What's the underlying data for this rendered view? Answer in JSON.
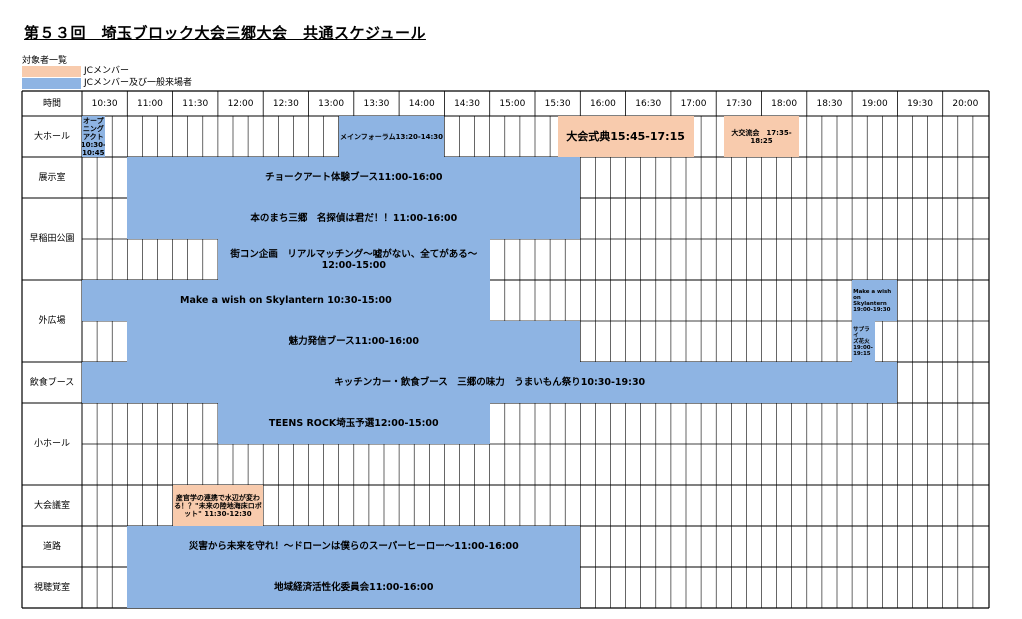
{
  "title": "第５３回　埼玉ブロック大会三郷大会　共通スケジュール",
  "legend": {
    "label": "対象者一覧",
    "items": [
      {
        "text": "JCメンバー",
        "color": "#f8cbad"
      },
      {
        "text": "JCメンバー及び一般来場者",
        "color": "#8eb4e3"
      }
    ]
  },
  "header_label": "時間",
  "times": [
    "10:30",
    "11:00",
    "11:30",
    "12:00",
    "12:30",
    "13:00",
    "13:30",
    "14:00",
    "14:30",
    "15:00",
    "15:30",
    "16:00",
    "16:30",
    "17:00",
    "17:30",
    "18:00",
    "18:30",
    "19:00",
    "19:30",
    "20:00"
  ],
  "rows": [
    {
      "label": "大ホール"
    },
    {
      "label": "展示室"
    },
    {
      "label": "早稲田公園"
    },
    {
      "label": "外広場"
    },
    {
      "label": "飲食ブース"
    },
    {
      "label": "小ホール"
    },
    {
      "label": "大会議室"
    },
    {
      "label": "道路"
    },
    {
      "label": "視聴覚室"
    }
  ],
  "events": [
    {
      "row": 0,
      "sub": 0,
      "subs": 1,
      "start": "10:30",
      "end": "10:45",
      "text": "オープニング\nアクト10:30-\n10:45",
      "aud": 1,
      "size": "small"
    },
    {
      "row": 0,
      "sub": 0,
      "subs": 1,
      "start": "13:20",
      "end": "14:30",
      "text": "メインフォーラム13:20-14:30",
      "aud": 1,
      "size": "small"
    },
    {
      "row": 0,
      "sub": 0,
      "subs": 1,
      "start": "15:45",
      "end": "17:15",
      "text": "大会式典15:45-17:15",
      "aud": 0,
      "size": "large"
    },
    {
      "row": 0,
      "sub": 0,
      "subs": 1,
      "start": "17:35",
      "end": "18:25",
      "text": "大交流会　17:35-18:25",
      "aud": 0,
      "size": "small"
    },
    {
      "row": 1,
      "sub": 0,
      "subs": 1,
      "start": "11:00",
      "end": "16:00",
      "text": "チョークアート体験ブース11:00-16:00",
      "aud": 1,
      "size": "normal"
    },
    {
      "row": 2,
      "sub": 0,
      "subs": 2,
      "start": "11:00",
      "end": "16:00",
      "text": "本のまち三郷　名探偵は君だ！！11:00-16:00",
      "aud": 1,
      "size": "normal"
    },
    {
      "row": 2,
      "sub": 1,
      "subs": 2,
      "start": "12:00",
      "end": "15:00",
      "text": "街コン企画　リアルマッチング～嘘がない、全てがある～12:00-15:00",
      "aud": 1,
      "size": "normal"
    },
    {
      "row": 3,
      "sub": 0,
      "subs": 2,
      "start": "10:30",
      "end": "15:00",
      "text": "Make a wish on Skylantern 10:30-15:00",
      "aud": 1,
      "size": "normal"
    },
    {
      "row": 3,
      "sub": 0,
      "subs": 2,
      "start": "19:00",
      "end": "19:30",
      "text": "Make a wish on\nSkylantern\n19:00-19:30",
      "aud": 1,
      "size": "tiny"
    },
    {
      "row": 3,
      "sub": 1,
      "subs": 2,
      "start": "11:00",
      "end": "16:00",
      "text": "魅力発信ブース11:00-16:00",
      "aud": 1,
      "size": "normal"
    },
    {
      "row": 3,
      "sub": 1,
      "subs": 2,
      "start": "19:00",
      "end": "19:15",
      "text": "サプライ\nズ花火\n19:00-\n19:15",
      "aud": 1,
      "size": "tiny"
    },
    {
      "row": 4,
      "sub": 0,
      "subs": 1,
      "start": "10:30",
      "end": "19:30",
      "text": "キッチンカー・飲食ブース　三郷の味力　うまいもん祭り10:30-19:30",
      "aud": 1,
      "size": "normal"
    },
    {
      "row": 5,
      "sub": 0,
      "subs": 2,
      "start": "12:00",
      "end": "15:00",
      "text": "TEENS ROCK埼玉予選12:00-15:00",
      "aud": 1,
      "size": "normal"
    },
    {
      "row": 6,
      "sub": 0,
      "subs": 1,
      "start": "11:30",
      "end": "12:30",
      "text": "産官学の連携で水辺が変わる！？\"未来の陸地海床ロボット\" 11:30-12:30",
      "aud": 0,
      "size": "small"
    },
    {
      "row": 7,
      "sub": 0,
      "subs": 1,
      "start": "11:00",
      "end": "16:00",
      "text": "災害から未来を守れ！～ドローンは僕らのスーパーヒーロー～11:00-16:00",
      "aud": 1,
      "size": "normal"
    },
    {
      "row": 8,
      "sub": 0,
      "subs": 1,
      "start": "11:00",
      "end": "16:00",
      "text": "地域経済活性化委員会11:00-16:00",
      "aud": 1,
      "size": "normal"
    }
  ]
}
